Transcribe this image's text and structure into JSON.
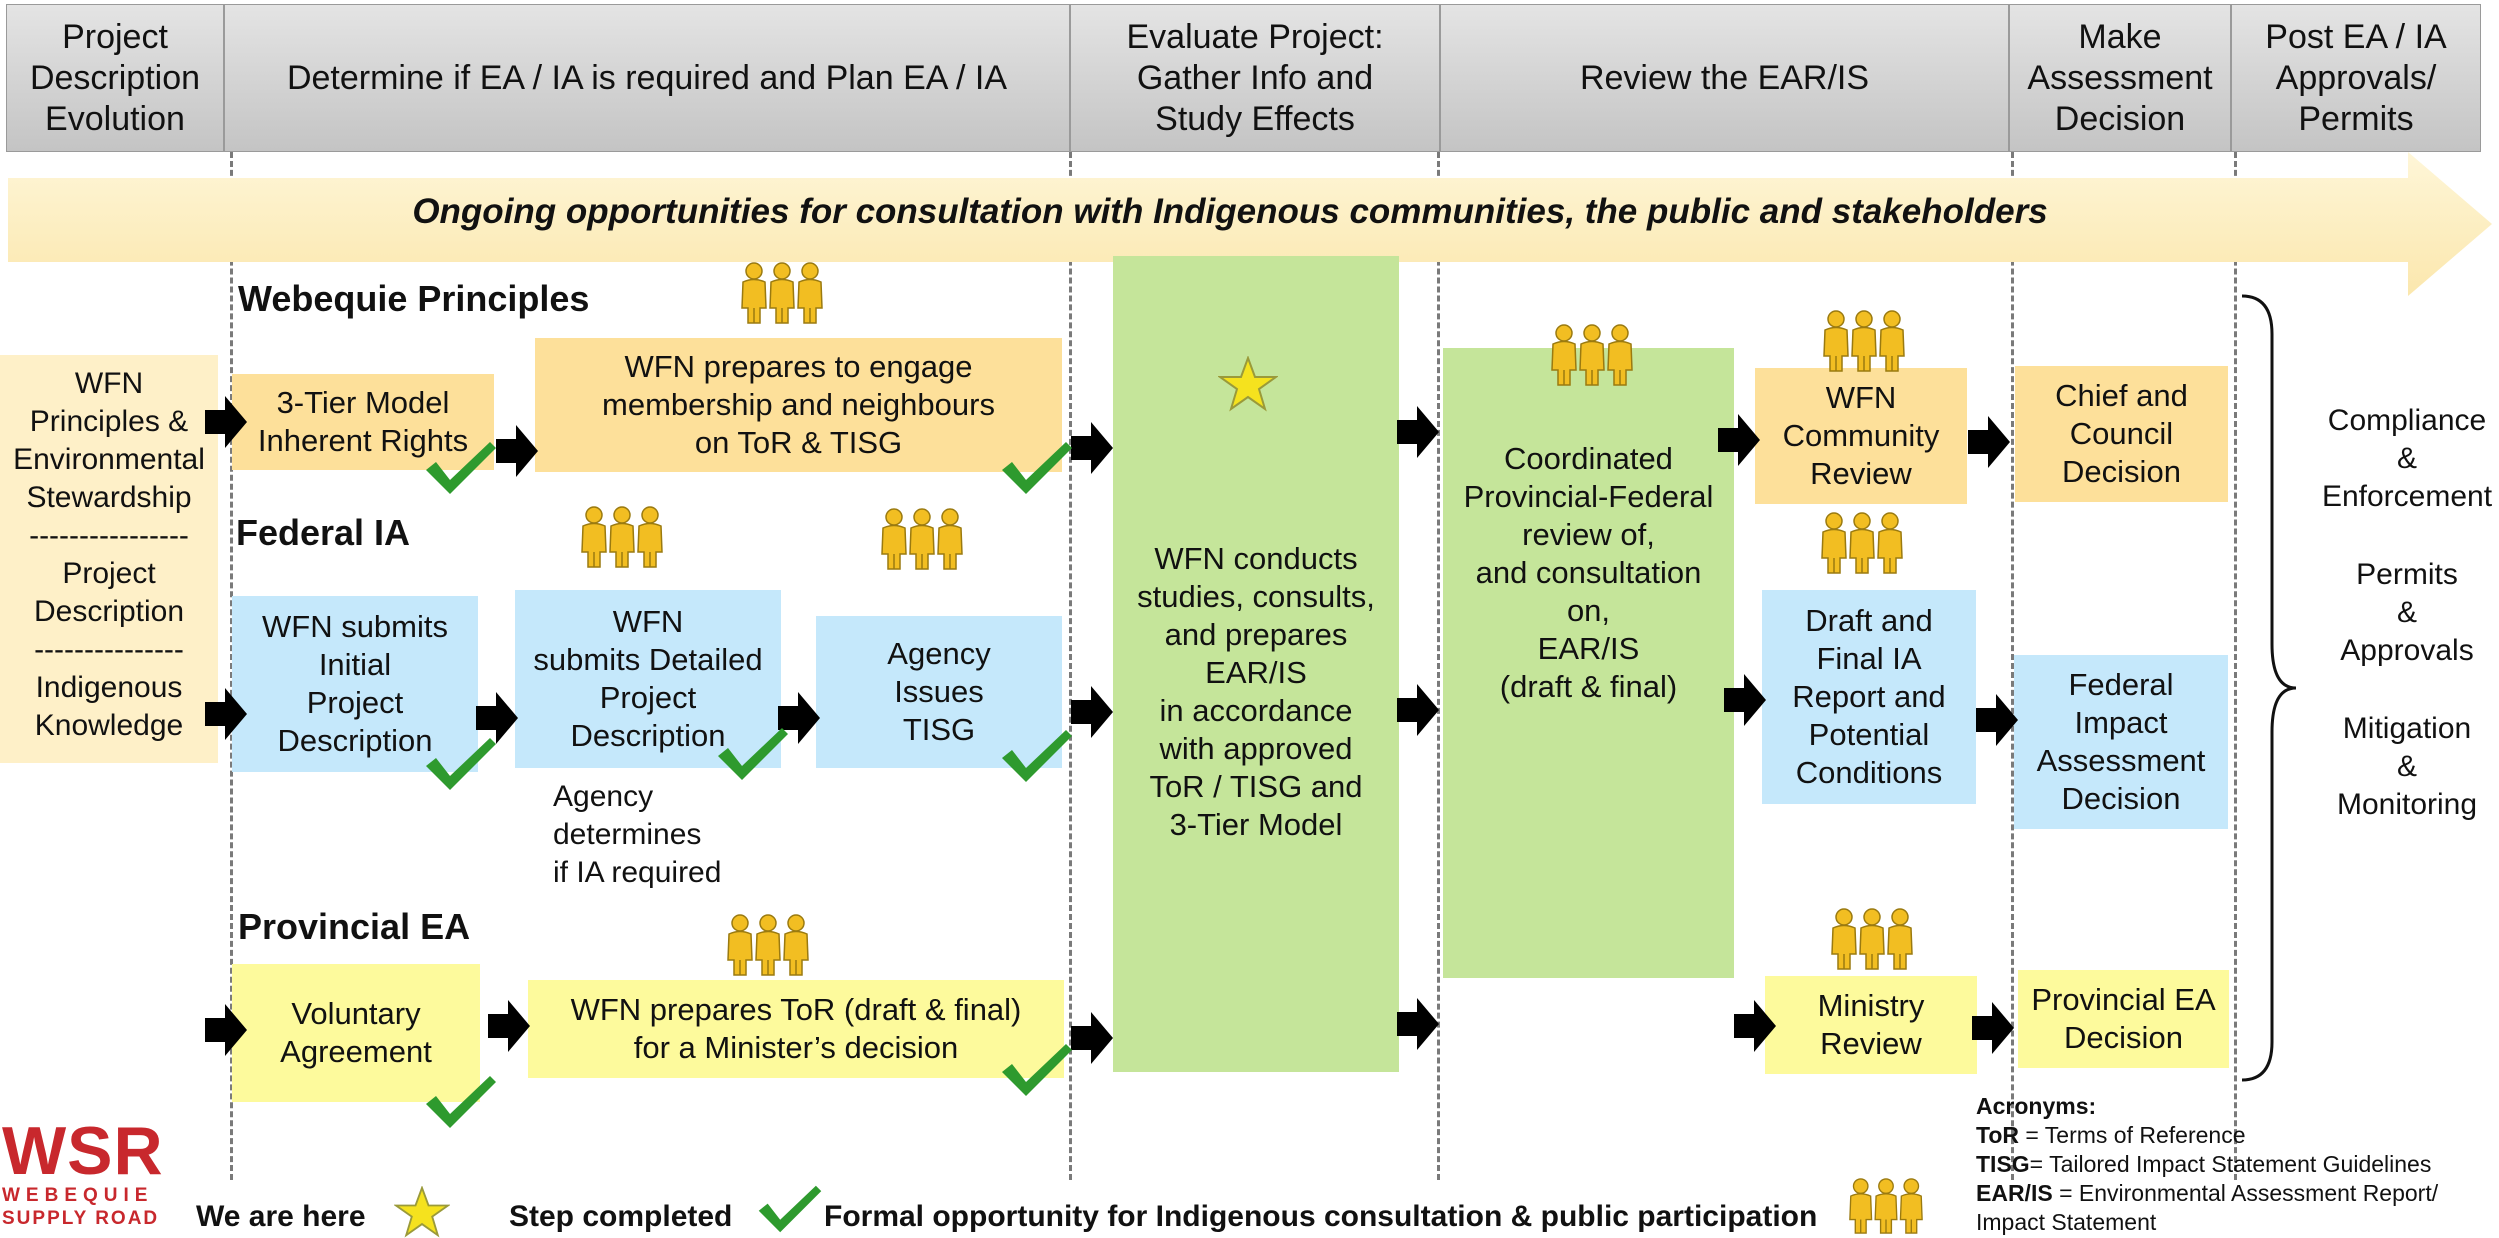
{
  "phases": [
    "Project\nDescription\nEvolution",
    "Determine if EA / IA is required and Plan EA / IA",
    "Evaluate Project:\nGather Info and\nStudy Effects",
    "Review the EAR/IS",
    "Make\nAssessment\nDecision",
    "Post EA / IA\nApprovals/\nPermits"
  ],
  "banner": "Ongoing opportunities for consultation with Indigenous communities, the public and stakeholders",
  "left_column": {
    "principles": "WFN\nPrinciples &\nEnvironmental\nStewardship",
    "divider_1": "----------------",
    "project_description": "Project\nDescription",
    "divider_2": "---------------",
    "indigenous_knowledge": "Indigenous\nKnowledge"
  },
  "sections": {
    "webequie": "Webequie Principles",
    "federal": "Federal IA",
    "provincial": "Provincial EA"
  },
  "boxes": {
    "three_tier": "3-Tier Model\nInherent Rights",
    "wfn_prepares_engage": "WFN prepares to engage\nmembership and neighbours\non ToR & TISG",
    "wfn_submits_initial": "WFN submits\nInitial\nProject\nDescription",
    "wfn_submits_detailed": "WFN\nsubmits Detailed\nProject\nDescription",
    "agency_issues_tisg": "Agency\nIssues\nTISG",
    "agency_determines": "Agency\ndetermines\nif IA required",
    "voluntary_agreement": "Voluntary\nAgreement",
    "wfn_prepares_tor": "WFN prepares ToR (draft & final)\nfor a Minister’s decision",
    "wfn_conducts": "WFN conducts\nstudies, consults,\nand prepares\nEAR/IS\nin accordance\nwith approved\nToR / TISG and\n3-Tier Model",
    "coordinated_review": "Coordinated\nProvincial-Federal\nreview of,\nand consultation\non,\nEAR/IS\n(draft & final)",
    "wfn_community_review": "WFN\nCommunity\nReview",
    "draft_final_ia": "Draft and\nFinal IA\nReport and\nPotential\nConditions",
    "ministry_review": "Ministry\nReview",
    "chief_council": "Chief and\nCouncil\nDecision",
    "federal_decision": "Federal\nImpact\nAssessment\nDecision",
    "provincial_decision": "Provincial EA\nDecision"
  },
  "post_approvals": {
    "compliance": "Compliance\n&\nEnforcement",
    "permits": "Permits\n&\nApprovals",
    "mitigation": "Mitigation\n&\nMonitoring"
  },
  "logo": {
    "name": "WSR",
    "line1": "WEBEQUIE",
    "line2": "SUPPLY ROAD"
  },
  "legend": {
    "we_are_here": "We are here",
    "step_completed": "Step completed",
    "formal_opportunity": "Formal opportunity for Indigenous consultation & public participation"
  },
  "acronyms": {
    "title": "Acronyms:",
    "items": [
      {
        "term": "ToR",
        "definition": " = Terms of Reference"
      },
      {
        "term": "TISG",
        "definition": "= Tailored Impact Statement Guidelines"
      },
      {
        "term": "EAR/IS",
        "definition": " = Environmental Assessment Report/"
      }
    ],
    "continuation": "Impact Statement"
  },
  "colors": {
    "orange": "#fde09a",
    "blue": "#c5e8fb",
    "yellow": "#fdfa9c",
    "green": "#c5e59a",
    "banner": "#fdf0c4",
    "check": "#2e9a2e",
    "star": "#f5e21e",
    "logo_red": "#c8282d",
    "people": "#f2be22"
  }
}
